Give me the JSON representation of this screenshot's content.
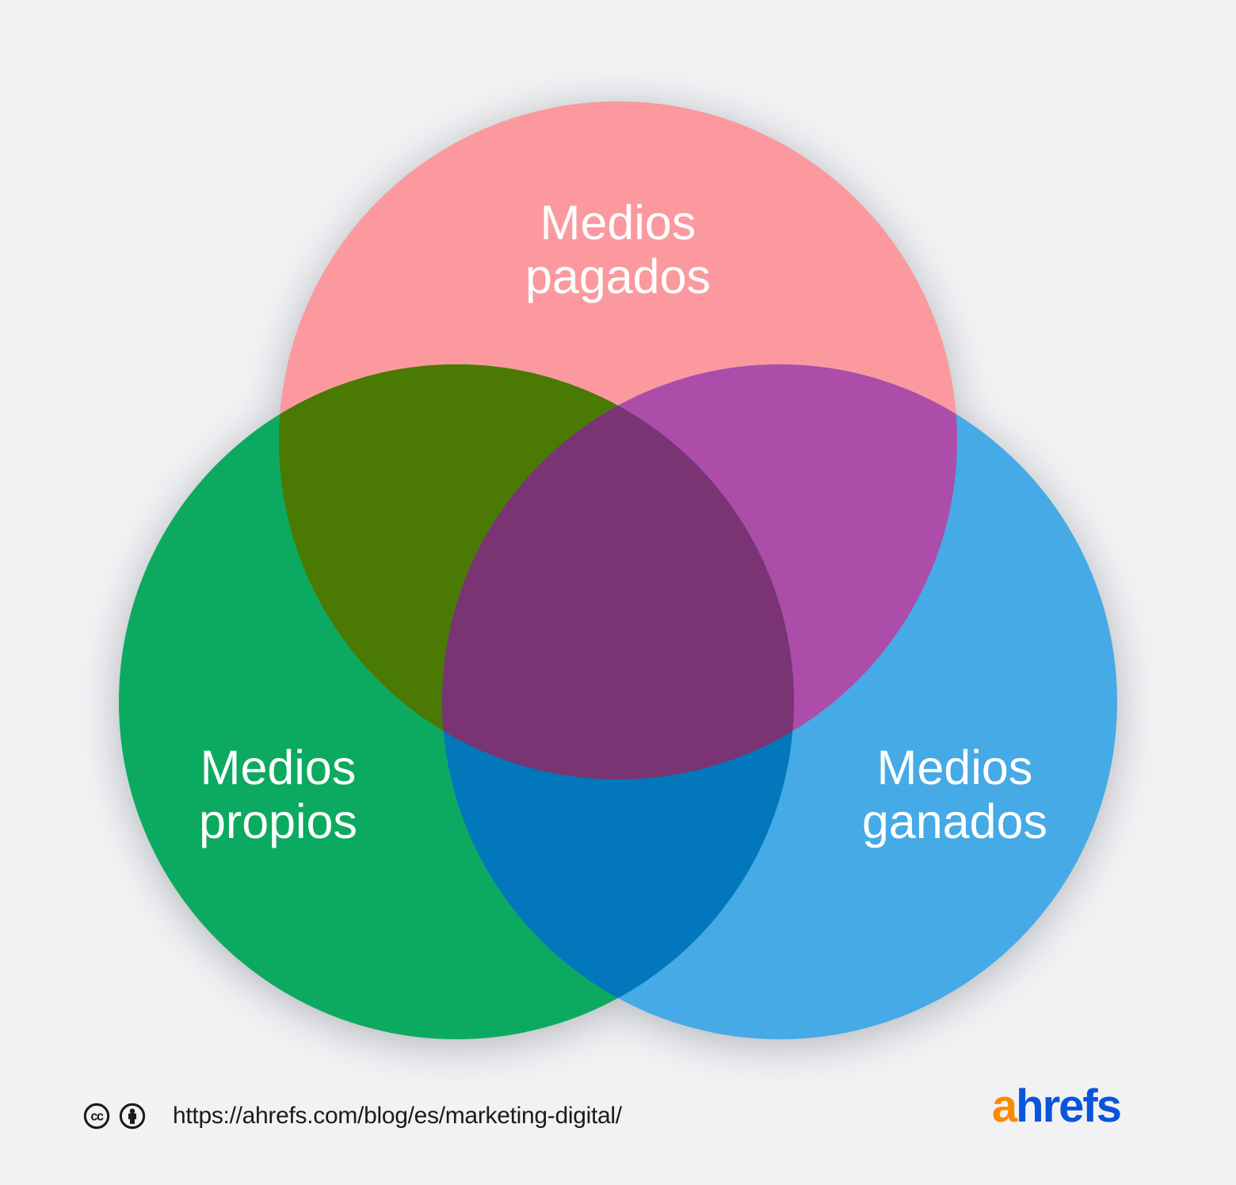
{
  "diagram": {
    "type": "venn-3",
    "background": "#f1f2f4",
    "label_color": "#ffffff",
    "circles": [
      {
        "id": "medios-pagados",
        "lines": [
          "Medios",
          "pagados"
        ],
        "color": "#FB999E"
      },
      {
        "id": "medios-propios",
        "lines": [
          "Medios",
          "propios"
        ],
        "color": "#0CAA60"
      },
      {
        "id": "medios-ganados",
        "lines": [
          "Medios",
          "ganados"
        ],
        "color": "#45AAE6"
      }
    ],
    "overlaps": {
      "pagados_propios": "#4A7A03",
      "pagados_ganados": "#AC4DA9",
      "propios_ganados": "#0277BB",
      "center": "#7A3373"
    }
  },
  "footer": {
    "icons": [
      {
        "name": "cc-icon"
      },
      {
        "name": "attribution-icon"
      }
    ],
    "icon_color": "#1b1b1d",
    "url": "https://ahrefs.com/blog/es/marketing-digital/",
    "url_color": "#1b1b1d",
    "logo": {
      "prefix": "a",
      "suffix": "hrefs",
      "prefix_color": "#FB8A00",
      "suffix_color": "#0A54DB"
    }
  }
}
